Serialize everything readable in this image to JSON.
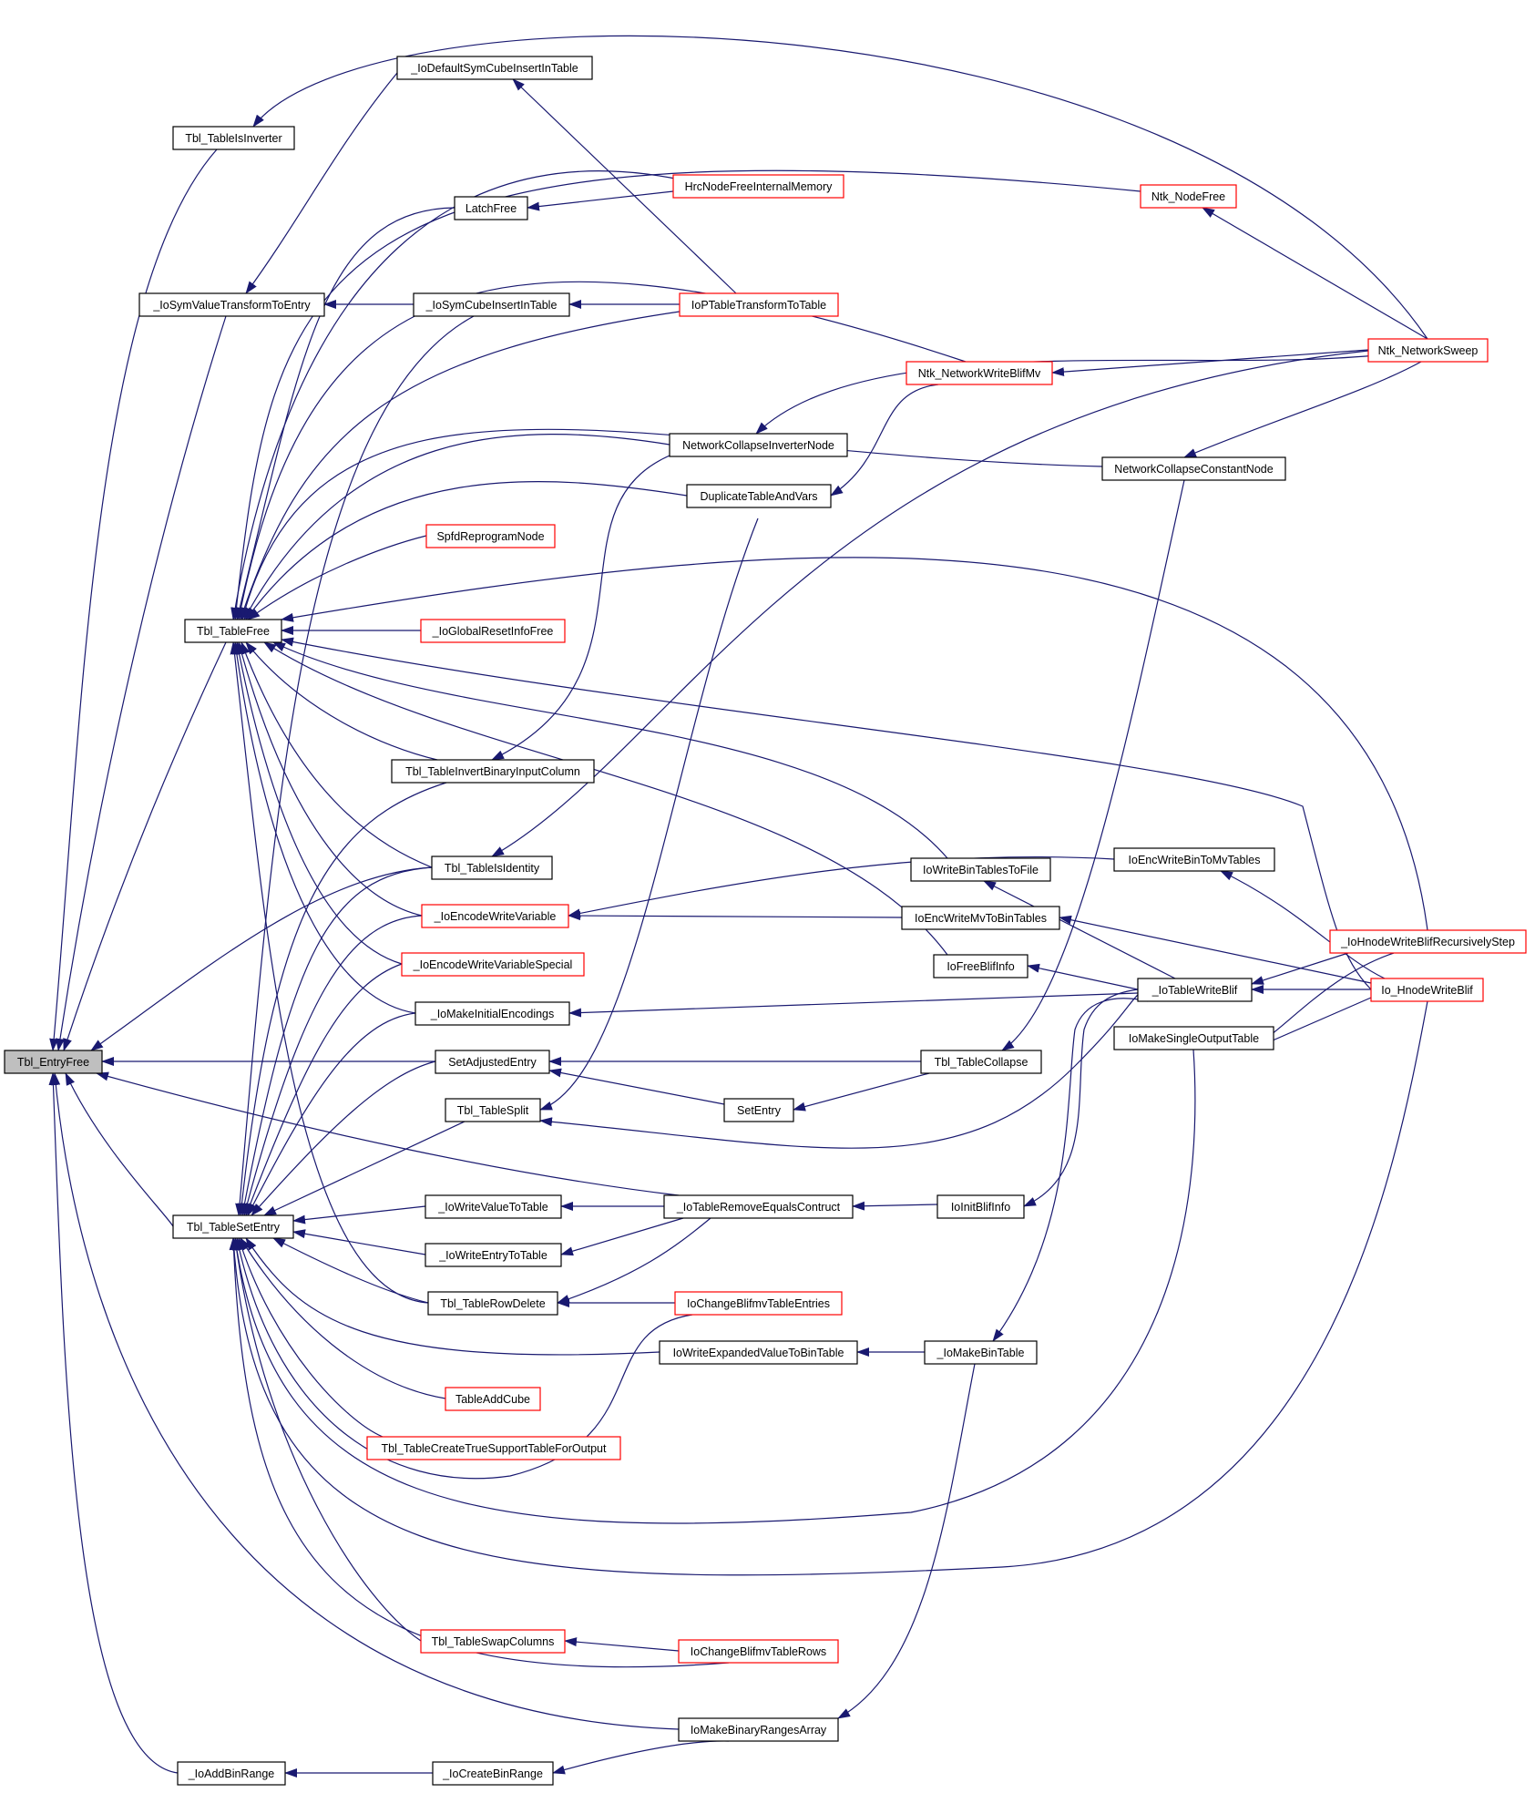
{
  "colors": {
    "edge": "#191970",
    "node_border": "#000000",
    "incomplete_node_border": "#ff0000",
    "root_fill": "#bfbfbf"
  },
  "nodes": [
    {
      "id": "tbl_entryfree",
      "label": "Tbl_EntryFree",
      "style": "root"
    },
    {
      "id": "tbl_tableisinverter",
      "label": "Tbl_TableIsInverter",
      "style": "normal"
    },
    {
      "id": "iodefaultsymcube",
      "label": "_IoDefaultSymCubeInsertInTable",
      "style": "normal"
    },
    {
      "id": "iosymvaluetransform",
      "label": "_IoSymValueTransformToEntry",
      "style": "normal"
    },
    {
      "id": "tbl_tablefree",
      "label": "Tbl_TableFree",
      "style": "normal"
    },
    {
      "id": "tbl_tablesetentry",
      "label": "Tbl_TableSetEntry",
      "style": "normal"
    },
    {
      "id": "ioaddbinrange",
      "label": "_IoAddBinRange",
      "style": "normal"
    },
    {
      "id": "latchfree",
      "label": "LatchFree",
      "style": "normal"
    },
    {
      "id": "iosymcubeinsert",
      "label": "_IoSymCubeInsertInTable",
      "style": "normal"
    },
    {
      "id": "spfdreprogram",
      "label": "SpfdReprogramNode",
      "style": "red"
    },
    {
      "id": "ioglobalreset",
      "label": "_IoGlobalResetInfoFree",
      "style": "red"
    },
    {
      "id": "tbl_invertbinary",
      "label": "Tbl_TableInvertBinaryInputColumn",
      "style": "normal"
    },
    {
      "id": "tbl_tableisidentity",
      "label": "Tbl_TableIsIdentity",
      "style": "normal"
    },
    {
      "id": "ioencodewritevar",
      "label": "_IoEncodeWriteVariable",
      "style": "red"
    },
    {
      "id": "ioencodewritevarspecial",
      "label": "_IoEncodeWriteVariableSpecial",
      "style": "red"
    },
    {
      "id": "iomakeinitialenc",
      "label": "_IoMakeInitialEncodings",
      "style": "normal"
    },
    {
      "id": "setadjustedentry",
      "label": "SetAdjustedEntry",
      "style": "normal"
    },
    {
      "id": "tbl_tablesplit",
      "label": "Tbl_TableSplit",
      "style": "normal"
    },
    {
      "id": "iowritevaluetotable",
      "label": "_IoWriteValueToTable",
      "style": "normal"
    },
    {
      "id": "iowriteentrytotable",
      "label": "_IoWriteEntryToTable",
      "style": "normal"
    },
    {
      "id": "tbl_tablerowdelete",
      "label": "Tbl_TableRowDelete",
      "style": "normal"
    },
    {
      "id": "tableaddcube",
      "label": "TableAddCube",
      "style": "red"
    },
    {
      "id": "tbl_createtruesupport",
      "label": "Tbl_TableCreateTrueSupportTableForOutput",
      "style": "red"
    },
    {
      "id": "tbl_swapcolumns",
      "label": "Tbl_TableSwapColumns",
      "style": "red"
    },
    {
      "id": "iocreatebinrange",
      "label": "_IoCreateBinRange",
      "style": "normal"
    },
    {
      "id": "hrcnodefree",
      "label": "HrcNodeFreeInternalMemory",
      "style": "red"
    },
    {
      "id": "ioptabletransform",
      "label": "IoPTableTransformToTable",
      "style": "red"
    },
    {
      "id": "netcollapseinverter",
      "label": "NetworkCollapseInverterNode",
      "style": "normal"
    },
    {
      "id": "duplicatetable",
      "label": "DuplicateTableAndVars",
      "style": "normal"
    },
    {
      "id": "setentry",
      "label": "SetEntry",
      "style": "normal"
    },
    {
      "id": "iotableremoveequals",
      "label": "_IoTableRemoveEqualsContruct",
      "style": "normal"
    },
    {
      "id": "iochangeblifentries",
      "label": "IoChangeBlifmvTableEntries",
      "style": "red"
    },
    {
      "id": "iowriteexpanded",
      "label": "IoWriteExpandedValueToBinTable",
      "style": "normal"
    },
    {
      "id": "iochangeblifrows",
      "label": "IoChangeBlifmvTableRows",
      "style": "red"
    },
    {
      "id": "iomakebinaryranges",
      "label": "IoMakeBinaryRangesArray",
      "style": "normal"
    },
    {
      "id": "ntk_nodefree",
      "label": "Ntk_NodeFree",
      "style": "red"
    },
    {
      "id": "ntk_writeblifmv",
      "label": "Ntk_NetworkWriteBlifMv",
      "style": "red"
    },
    {
      "id": "iowritebintables",
      "label": "IoWriteBinTablesToFile",
      "style": "normal"
    },
    {
      "id": "ioencwritemv",
      "label": "IoEncWriteMvToBinTables",
      "style": "normal"
    },
    {
      "id": "iofreeblifinfo",
      "label": "IoFreeBlifInfo",
      "style": "normal"
    },
    {
      "id": "tbl_tablecollapse",
      "label": "Tbl_TableCollapse",
      "style": "normal"
    },
    {
      "id": "ioinitblifinfo",
      "label": "IoInitBlifInfo",
      "style": "normal"
    },
    {
      "id": "iomakebintable",
      "label": "_IoMakeBinTable",
      "style": "normal"
    },
    {
      "id": "netcollapseconstant",
      "label": "NetworkCollapseConstantNode",
      "style": "normal"
    },
    {
      "id": "ioencwritebintomv",
      "label": "IoEncWriteBinToMvTables",
      "style": "normal"
    },
    {
      "id": "iotablewriteblif",
      "label": "_IoTableWriteBlif",
      "style": "normal"
    },
    {
      "id": "iomakesingleoutput",
      "label": "IoMakeSingleOutputTable",
      "style": "normal"
    },
    {
      "id": "ntk_networksweep",
      "label": "Ntk_NetworkSweep",
      "style": "red"
    },
    {
      "id": "iohnodewriterec",
      "label": "_IoHnodeWriteBlifRecursivelyStep",
      "style": "red"
    },
    {
      "id": "io_hnodewriteblif",
      "label": "Io_HnodeWriteBlif",
      "style": "red"
    }
  ],
  "edges": [
    [
      "tbl_entryfree",
      "tbl_tableisinverter"
    ],
    [
      "tbl_entryfree",
      "iosymvaluetransform"
    ],
    [
      "tbl_entryfree",
      "tbl_tablefree"
    ],
    [
      "tbl_entryfree",
      "tbl_tableisidentity"
    ],
    [
      "tbl_entryfree",
      "setadjustedentry"
    ],
    [
      "tbl_entryfree",
      "tbl_tablesetentry"
    ],
    [
      "tbl_entryfree",
      "iotableremoveequals"
    ],
    [
      "tbl_entryfree",
      "iomakebinaryranges"
    ],
    [
      "tbl_entryfree",
      "ioaddbinrange"
    ],
    [
      "tbl_tableisinverter",
      "ntk_networksweep"
    ],
    [
      "iosymvaluetransform",
      "iodefaultsymcube"
    ],
    [
      "iosymvaluetransform",
      "iosymcubeinsert"
    ],
    [
      "iodefaultsymcube",
      "ioptabletransform"
    ],
    [
      "iosymcubeinsert",
      "ioptabletransform"
    ],
    [
      "latchfree",
      "hrcnodefree"
    ],
    [
      "tbl_tablefree",
      "ntk_nodefree"
    ],
    [
      "tbl_tablefree",
      "hrcnodefree"
    ],
    [
      "tbl_tablefree",
      "latchfree"
    ],
    [
      "tbl_tablefree",
      "ntk_writeblifmv"
    ],
    [
      "tbl_tablefree",
      "ioptabletransform"
    ],
    [
      "tbl_tablefree",
      "netcollapseconstant"
    ],
    [
      "tbl_tablefree",
      "netcollapseinverter"
    ],
    [
      "tbl_tablefree",
      "duplicatetable"
    ],
    [
      "tbl_tablefree",
      "spfdreprogram"
    ],
    [
      "tbl_tablefree",
      "iohnodewriterec"
    ],
    [
      "tbl_tablefree",
      "ioglobalreset"
    ],
    [
      "tbl_tablefree",
      "io_hnodewriteblif"
    ],
    [
      "tbl_tablefree",
      "iowritebintables"
    ],
    [
      "tbl_tablefree",
      "iofreeblifinfo"
    ],
    [
      "tbl_tablefree",
      "tbl_invertbinary"
    ],
    [
      "tbl_tablefree",
      "tbl_tableisidentity"
    ],
    [
      "tbl_tablefree",
      "ioencodewritevar"
    ],
    [
      "tbl_tablefree",
      "ioencodewritevarspecial"
    ],
    [
      "tbl_tablefree",
      "iomakeinitialenc"
    ],
    [
      "tbl_tablefree",
      "tbl_tablerowdelete"
    ],
    [
      "tbl_tablesetentry",
      "iosymcubeinsert"
    ],
    [
      "tbl_tablesetentry",
      "tbl_invertbinary"
    ],
    [
      "tbl_tablesetentry",
      "tbl_tableisidentity"
    ],
    [
      "tbl_tablesetentry",
      "ioencodewritevar"
    ],
    [
      "tbl_tablesetentry",
      "ioencodewritevarspecial"
    ],
    [
      "tbl_tablesetentry",
      "iomakeinitialenc"
    ],
    [
      "tbl_tablesetentry",
      "setadjustedentry"
    ],
    [
      "tbl_tablesetentry",
      "tbl_tablesplit"
    ],
    [
      "tbl_tablesetentry",
      "iowritevaluetotable"
    ],
    [
      "tbl_tablesetentry",
      "iowriteentrytotable"
    ],
    [
      "tbl_tablesetentry",
      "tbl_tablerowdelete"
    ],
    [
      "tbl_tablesetentry",
      "iowriteexpanded"
    ],
    [
      "tbl_tablesetentry",
      "tableaddcube"
    ],
    [
      "tbl_tablesetentry",
      "tbl_createtruesupport"
    ],
    [
      "tbl_tablesetentry",
      "iochangeblifentries"
    ],
    [
      "tbl_tablesetentry",
      "iomakesingleoutput"
    ],
    [
      "tbl_tablesetentry",
      "io_hnodewriteblif"
    ],
    [
      "tbl_tablesetentry",
      "tbl_swapcolumns"
    ],
    [
      "tbl_tablesetentry",
      "iochangeblifrows"
    ],
    [
      "ioaddbinrange",
      "iocreatebinrange"
    ],
    [
      "iocreatebinrange",
      "iomakebinaryranges"
    ],
    [
      "tbl_swapcolumns",
      "iochangeblifrows"
    ],
    [
      "iomakebinaryranges",
      "iomakebintable"
    ],
    [
      "ntk_nodefree",
      "ntk_networksweep"
    ],
    [
      "ntk_writeblifmv",
      "ntk_networksweep"
    ],
    [
      "duplicatetable",
      "ntk_writeblifmv"
    ],
    [
      "netcollapseinverter",
      "ntk_networksweep"
    ],
    [
      "netcollapseconstant",
      "ntk_networksweep"
    ],
    [
      "tbl_invertbinary",
      "netcollapseinverter"
    ],
    [
      "tbl_tableisidentity",
      "ntk_networksweep"
    ],
    [
      "ioencodewritevar",
      "ioencwritebintomv"
    ],
    [
      "ioencodewritevar",
      "ioencwritemv"
    ],
    [
      "iowritebintables",
      "iotablewriteblif"
    ],
    [
      "ioencwritemv",
      "io_hnodewriteblif"
    ],
    [
      "iofreeblifinfo",
      "iotablewriteblif"
    ],
    [
      "iomakeinitialenc",
      "iotablewriteblif"
    ],
    [
      "ioencwritebintomv",
      "io_hnodewriteblif"
    ],
    [
      "iotablewriteblif",
      "iohnodewriterec"
    ],
    [
      "iotablewriteblif",
      "io_hnodewriteblif"
    ],
    [
      "iomakesingleoutput",
      "iohnodewriterec"
    ],
    [
      "iomakesingleoutput",
      "io_hnodewriteblif"
    ],
    [
      "setadjustedentry",
      "tbl_tablecollapse"
    ],
    [
      "setadjustedentry",
      "setentry"
    ],
    [
      "setentry",
      "tbl_tablecollapse"
    ],
    [
      "tbl_tablecollapse",
      "netcollapseconstant"
    ],
    [
      "tbl_tablesplit",
      "duplicatetable"
    ],
    [
      "tbl_tablesplit",
      "iotablewriteblif"
    ],
    [
      "iowritevaluetotable",
      "iotableremoveequals"
    ],
    [
      "iowriteentrytotable",
      "iotableremoveequals"
    ],
    [
      "iotableremoveequals",
      "ioinitblifinfo"
    ],
    [
      "ioinitblifinfo",
      "iotablewriteblif"
    ],
    [
      "tbl_tablerowdelete",
      "iotableremoveequals"
    ],
    [
      "tbl_tablerowdelete",
      "iochangeblifentries"
    ],
    [
      "iowriteexpanded",
      "iomakebintable"
    ],
    [
      "iomakebintable",
      "iotablewriteblif"
    ]
  ]
}
